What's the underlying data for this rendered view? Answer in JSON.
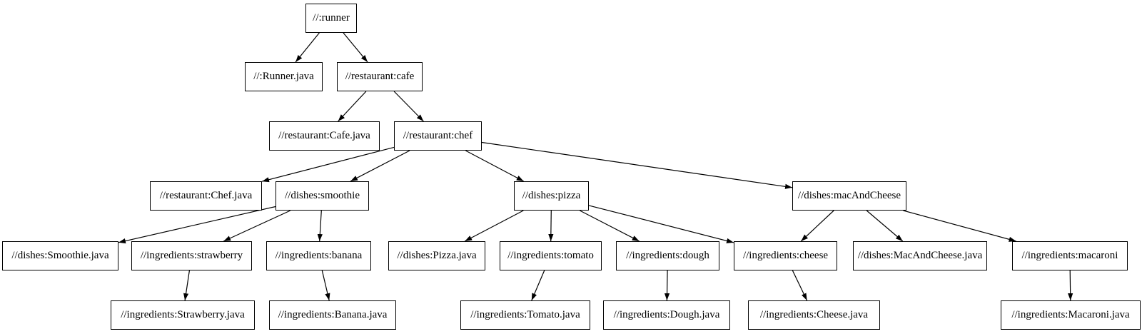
{
  "diagram": {
    "type": "dependency-graph",
    "colors": {
      "background": "#ffffff",
      "node_fill": "#ffffff",
      "node_border": "#000000",
      "edge": "#000000",
      "text": "#000000"
    },
    "nodes": [
      {
        "id": "runner",
        "label": "//:runner"
      },
      {
        "id": "runner_java",
        "label": "//:Runner.java"
      },
      {
        "id": "cafe",
        "label": "//restaurant:cafe"
      },
      {
        "id": "cafe_java",
        "label": "//restaurant:Cafe.java"
      },
      {
        "id": "chef",
        "label": "//restaurant:chef"
      },
      {
        "id": "chef_java",
        "label": "//restaurant:Chef.java"
      },
      {
        "id": "smoothie",
        "label": "//dishes:smoothie"
      },
      {
        "id": "pizza",
        "label": "//dishes:pizza"
      },
      {
        "id": "mac",
        "label": "//dishes:macAndCheese"
      },
      {
        "id": "smoothie_java",
        "label": "//dishes:Smoothie.java"
      },
      {
        "id": "strawberry",
        "label": "//ingredients:strawberry"
      },
      {
        "id": "banana",
        "label": "//ingredients:banana"
      },
      {
        "id": "pizza_java",
        "label": "//dishes:Pizza.java"
      },
      {
        "id": "tomato",
        "label": "//ingredients:tomato"
      },
      {
        "id": "dough",
        "label": "//ingredients:dough"
      },
      {
        "id": "cheese",
        "label": "//ingredients:cheese"
      },
      {
        "id": "mac_java",
        "label": "//dishes:MacAndCheese.java"
      },
      {
        "id": "macaroni",
        "label": "//ingredients:macaroni"
      },
      {
        "id": "strawberry_java",
        "label": "//ingredients:Strawberry.java"
      },
      {
        "id": "banana_java",
        "label": "//ingredients:Banana.java"
      },
      {
        "id": "tomato_java",
        "label": "//ingredients:Tomato.java"
      },
      {
        "id": "dough_java",
        "label": "//ingredients:Dough.java"
      },
      {
        "id": "cheese_java",
        "label": "//ingredients:Cheese.java"
      },
      {
        "id": "macaroni_java",
        "label": "//ingredients:Macaroni.java"
      }
    ],
    "edges": [
      [
        "runner",
        "runner_java"
      ],
      [
        "runner",
        "cafe"
      ],
      [
        "cafe",
        "cafe_java"
      ],
      [
        "cafe",
        "chef"
      ],
      [
        "chef",
        "chef_java"
      ],
      [
        "chef",
        "smoothie"
      ],
      [
        "chef",
        "pizza"
      ],
      [
        "chef",
        "mac"
      ],
      [
        "smoothie",
        "smoothie_java"
      ],
      [
        "smoothie",
        "strawberry"
      ],
      [
        "smoothie",
        "banana"
      ],
      [
        "strawberry",
        "strawberry_java"
      ],
      [
        "banana",
        "banana_java"
      ],
      [
        "pizza",
        "pizza_java"
      ],
      [
        "pizza",
        "tomato"
      ],
      [
        "pizza",
        "dough"
      ],
      [
        "pizza",
        "cheese"
      ],
      [
        "tomato",
        "tomato_java"
      ],
      [
        "dough",
        "dough_java"
      ],
      [
        "cheese",
        "cheese_java"
      ],
      [
        "mac",
        "cheese"
      ],
      [
        "mac",
        "mac_java"
      ],
      [
        "mac",
        "macaroni"
      ],
      [
        "macaroni",
        "macaroni_java"
      ]
    ]
  }
}
